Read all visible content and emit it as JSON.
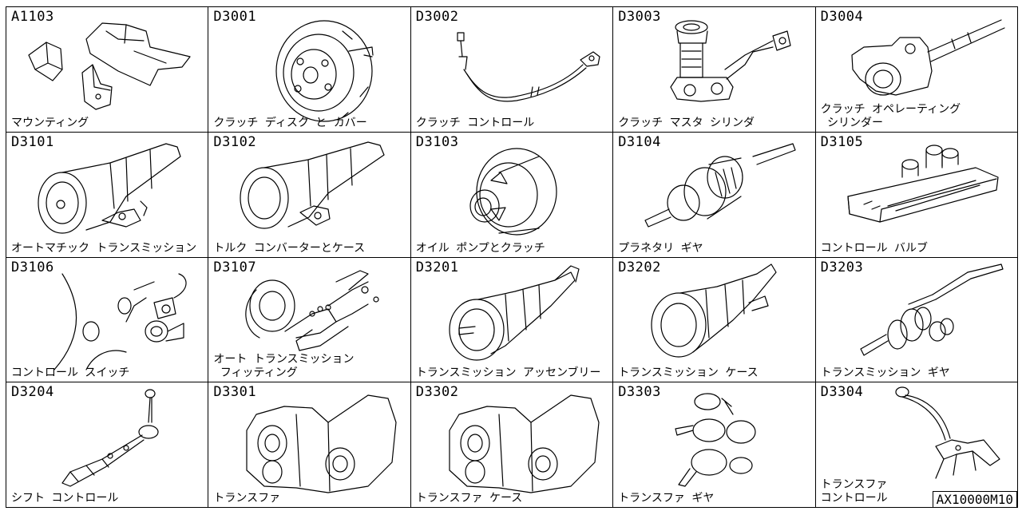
{
  "catalog_ref": "AX10000M10",
  "cells": [
    {
      "code": "A1103",
      "name": "マウンティング",
      "icon": "mounting-bracket-icon"
    },
    {
      "code": "D3001",
      "name": "クラッチ ディスク と カバー",
      "icon": "clutch-disc-icon"
    },
    {
      "code": "D3002",
      "name": "クラッチ コントロール",
      "icon": "clutch-cable-icon"
    },
    {
      "code": "D3003",
      "name": "クラッチ マスタ シリンダ",
      "icon": "master-cylinder-icon"
    },
    {
      "code": "D3004",
      "name": "クラッチ オペレーティング\n シリンダー",
      "icon": "operating-cylinder-icon"
    },
    {
      "code": "D3101",
      "name": "オートマチック トランスミッション",
      "icon": "automatic-transmission-icon"
    },
    {
      "code": "D3102",
      "name": "トルク コンバーターとケース",
      "icon": "torque-converter-case-icon"
    },
    {
      "code": "D3103",
      "name": "オイル ポンプとクラッチ",
      "icon": "oil-pump-icon"
    },
    {
      "code": "D3104",
      "name": "プラネタリ ギヤ",
      "icon": "planetary-gear-icon"
    },
    {
      "code": "D3105",
      "name": "コントロール バルブ",
      "icon": "control-valve-icon"
    },
    {
      "code": "D3106",
      "name": "コントロール スイッチ",
      "icon": "control-switch-icon"
    },
    {
      "code": "D3107",
      "name": "オート トランスミッション\n フィッティング",
      "icon": "transmission-fitting-icon"
    },
    {
      "code": "D3201",
      "name": "トランスミッション アッセンブリー",
      "icon": "transmission-assembly-icon"
    },
    {
      "code": "D3202",
      "name": "トランスミッション ケース",
      "icon": "transmission-case-icon"
    },
    {
      "code": "D3203",
      "name": "トランスミッション ギヤ",
      "icon": "transmission-gear-icon"
    },
    {
      "code": "D3204",
      "name": "シフト コントロール",
      "icon": "shift-lever-icon"
    },
    {
      "code": "D3301",
      "name": "トランスファ",
      "icon": "transfer-icon"
    },
    {
      "code": "D3302",
      "name": "トランスファ ケース",
      "icon": "transfer-case-icon"
    },
    {
      "code": "D3303",
      "name": "トランスファ ギヤ",
      "icon": "transfer-gear-icon"
    },
    {
      "code": "D3304",
      "name": "トランスファ\nコントロール",
      "icon": "transfer-control-icon"
    }
  ]
}
